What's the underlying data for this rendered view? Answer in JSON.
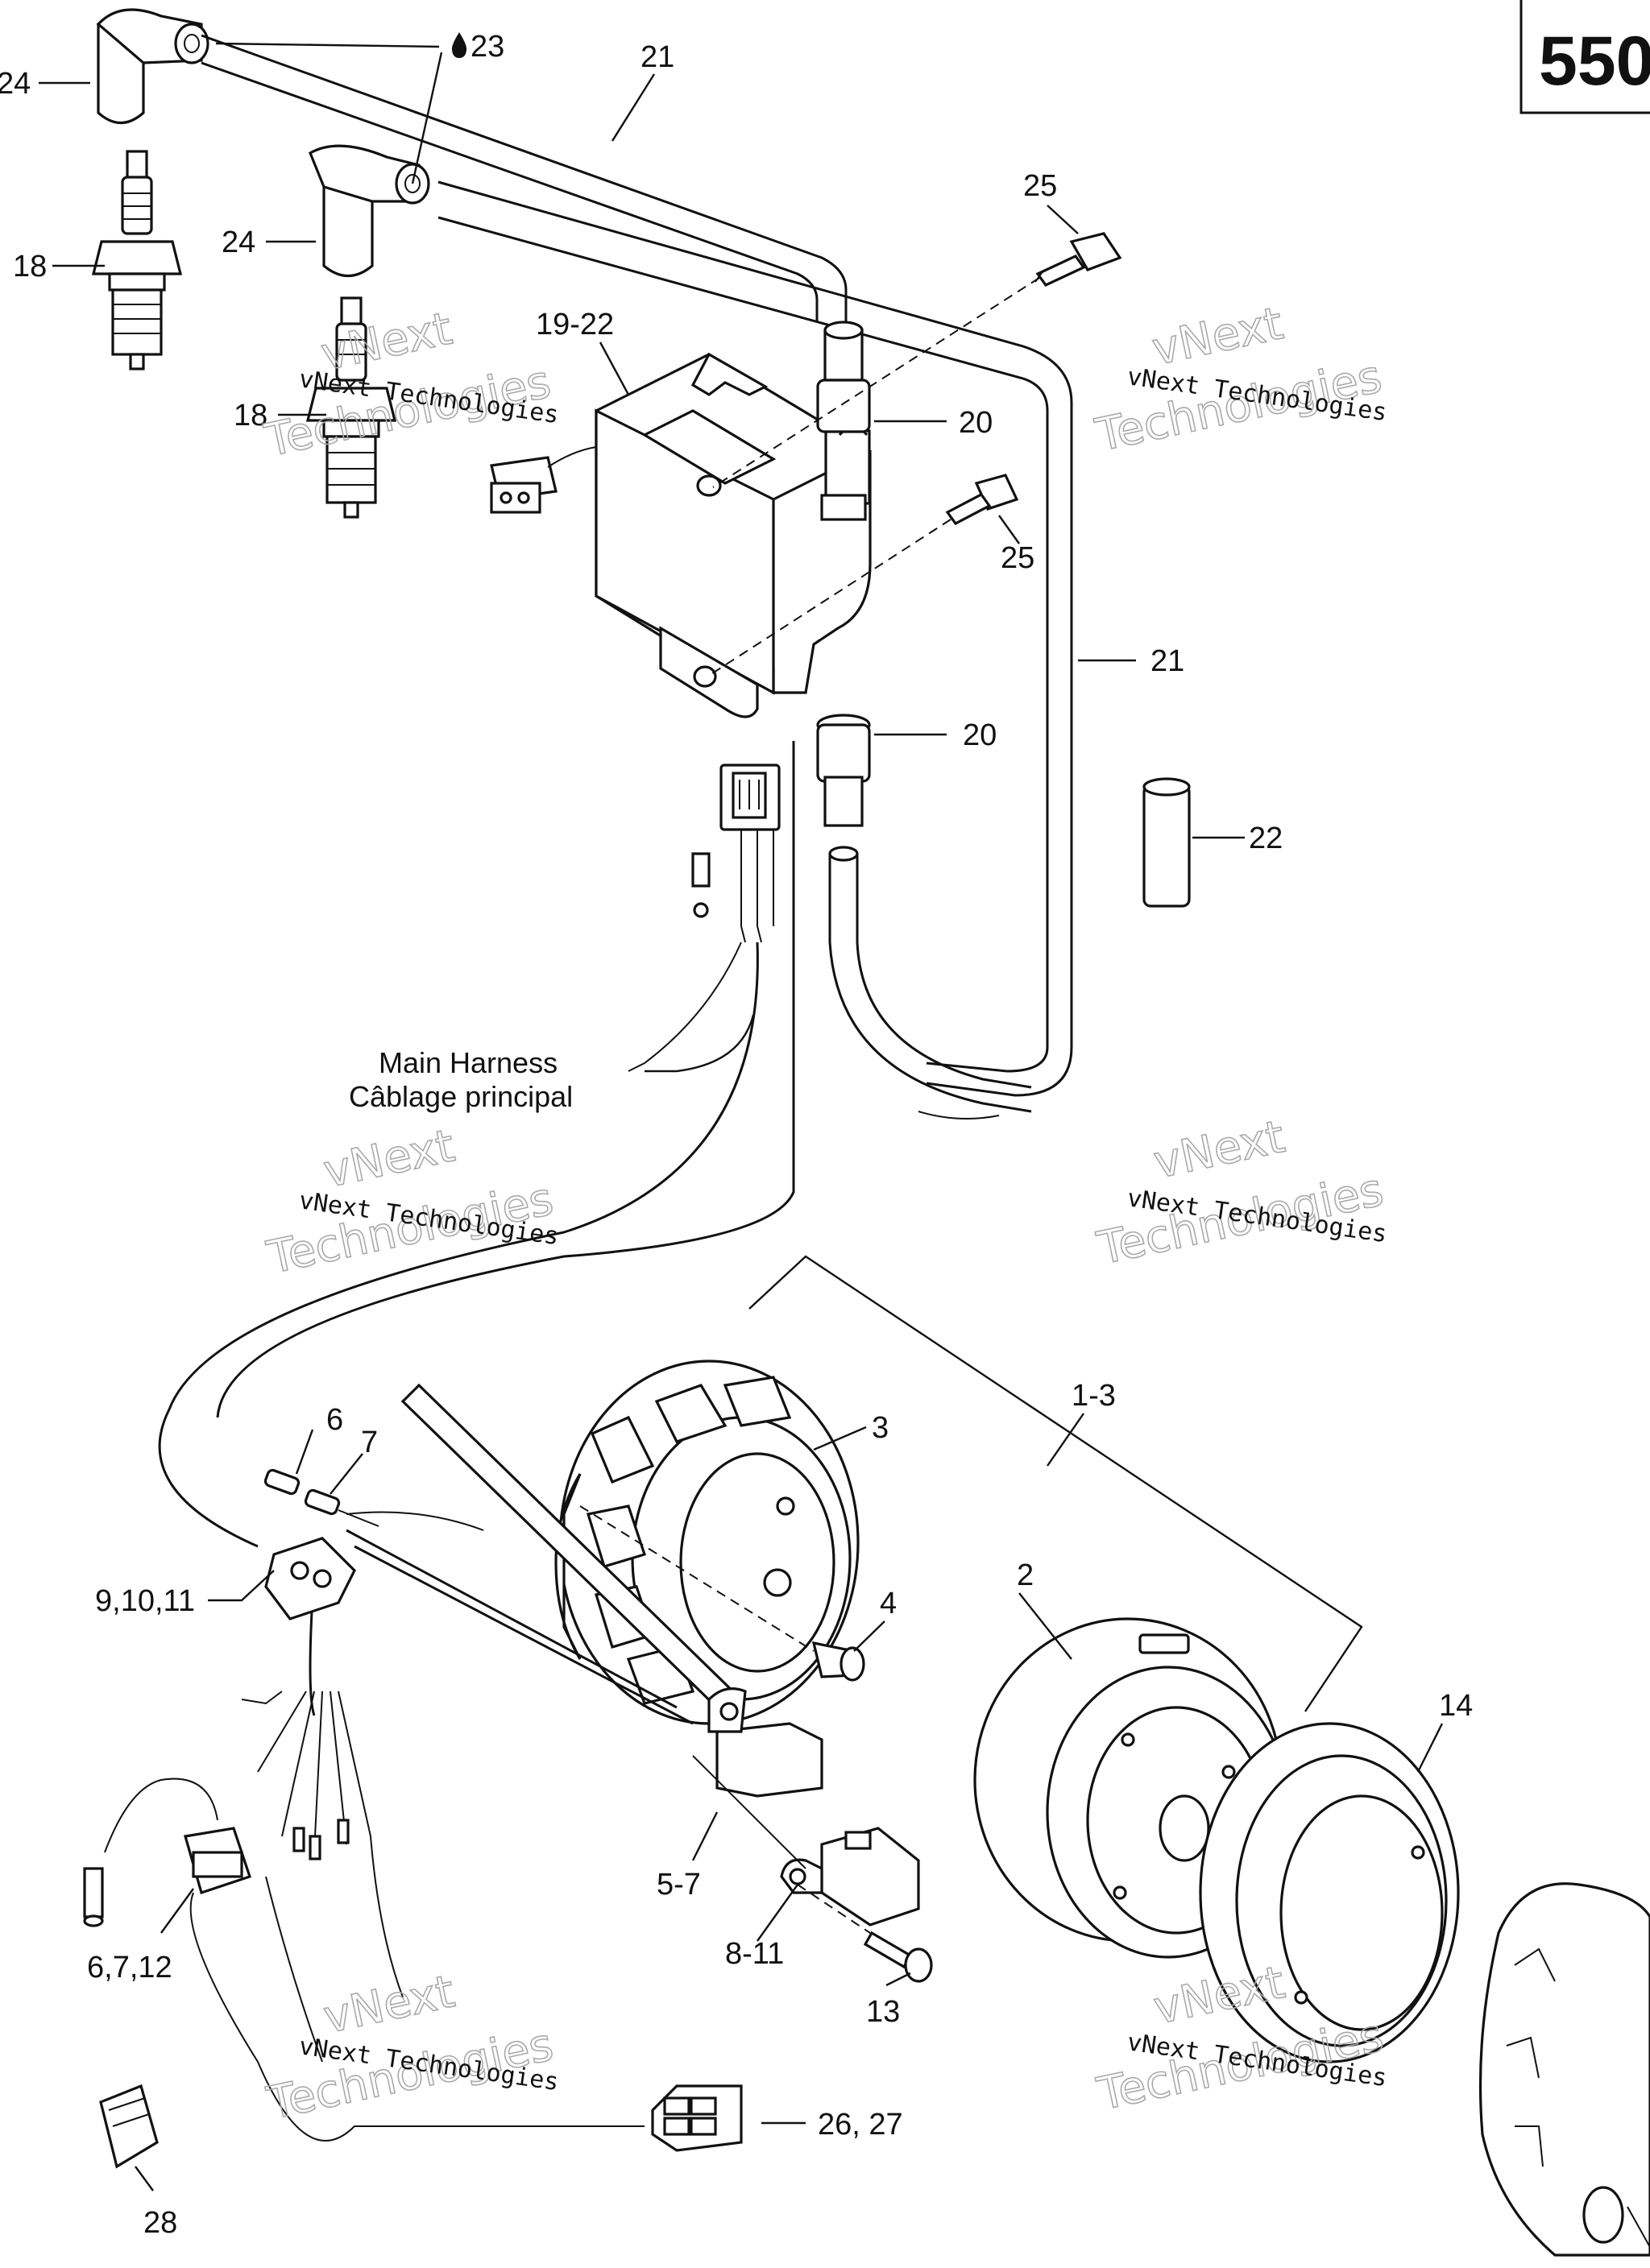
{
  "page": {
    "title": "550"
  },
  "watermark": {
    "line1": "vNext Technologies",
    "line2": "Technologies",
    "mark": "vNext"
  },
  "harness_label": {
    "en": "Main Harness",
    "fr": "Câblage principal"
  },
  "callouts": {
    "c24a": "24",
    "c23": "23",
    "c21a": "21",
    "c18a": "18",
    "c24b": "24",
    "c25a": "25",
    "c19_22": "19-22",
    "c20a": "20",
    "c18b": "18",
    "c25b": "25",
    "c21b": "21",
    "c20b": "20",
    "c22": "22",
    "c1_3": "1-3",
    "c6": "6",
    "c7": "7",
    "c3": "3",
    "c2": "2",
    "c9_11": "9,10,11",
    "c4": "4",
    "c14": "14",
    "c5_7": "5-7",
    "c8_11": "8-11",
    "c6_7_12": "6,7,12",
    "c13": "13",
    "c26_27": "26, 27",
    "c28": "28"
  },
  "icons": {
    "c23_symbol": "oil-drop-icon"
  }
}
